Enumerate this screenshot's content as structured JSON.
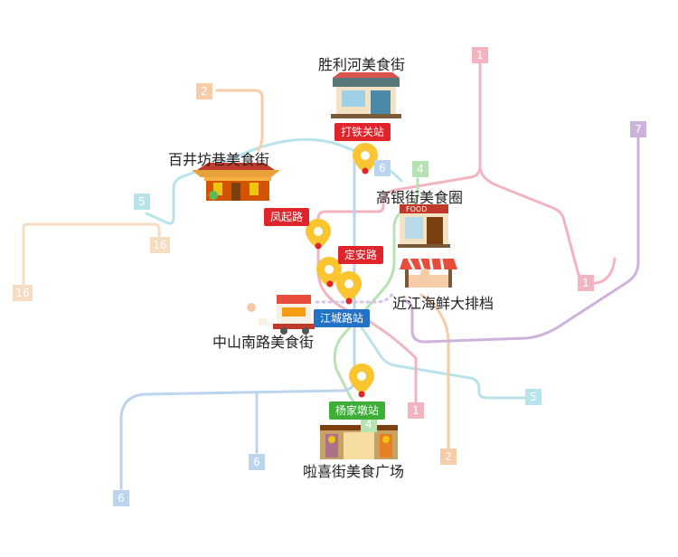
{
  "places": {
    "shenglihe": "胜利河美食街",
    "baijingfang": "百井坊巷美食街",
    "gaoyinjie": "高银街美食圈",
    "jinjiang": "近江海鲜大排档",
    "zhongshan": "中山南路美食街",
    "laxijie": "啦喜街美食广场"
  },
  "stations": {
    "datieguan": "打铁关站",
    "fengqilu": "凤起路",
    "dinganlu": "定安路",
    "jiangchenglu": "江城路站",
    "yangjiadun": "杨家墩站"
  },
  "line_badges": {
    "b1_top": "1",
    "b1_right": "1",
    "b1_bottom": "1",
    "b2_top": "2",
    "b2_bottom": "2",
    "b4_top": "4",
    "b4_bottom": "4",
    "b5_left": "5",
    "b5_right": "5",
    "b6_top": "6",
    "b6_mid": "6",
    "b6_bottom": "6",
    "b7": "7",
    "b16_mid": "16",
    "b16_left": "16"
  },
  "signs": {
    "food": "FOOD"
  },
  "colors": {
    "line1": "#f2b4c0",
    "line2": "#f6cda8",
    "line4": "#b7e3b3",
    "line5": "#b9e3ea",
    "line6": "#bcd4ee",
    "line7": "#cdb2dc",
    "line16": "#f6dcc1",
    "station_red": "#e0242c",
    "station_blue": "#2372c6",
    "station_green": "#3fae38",
    "pin_yellow": "#fbc531"
  }
}
